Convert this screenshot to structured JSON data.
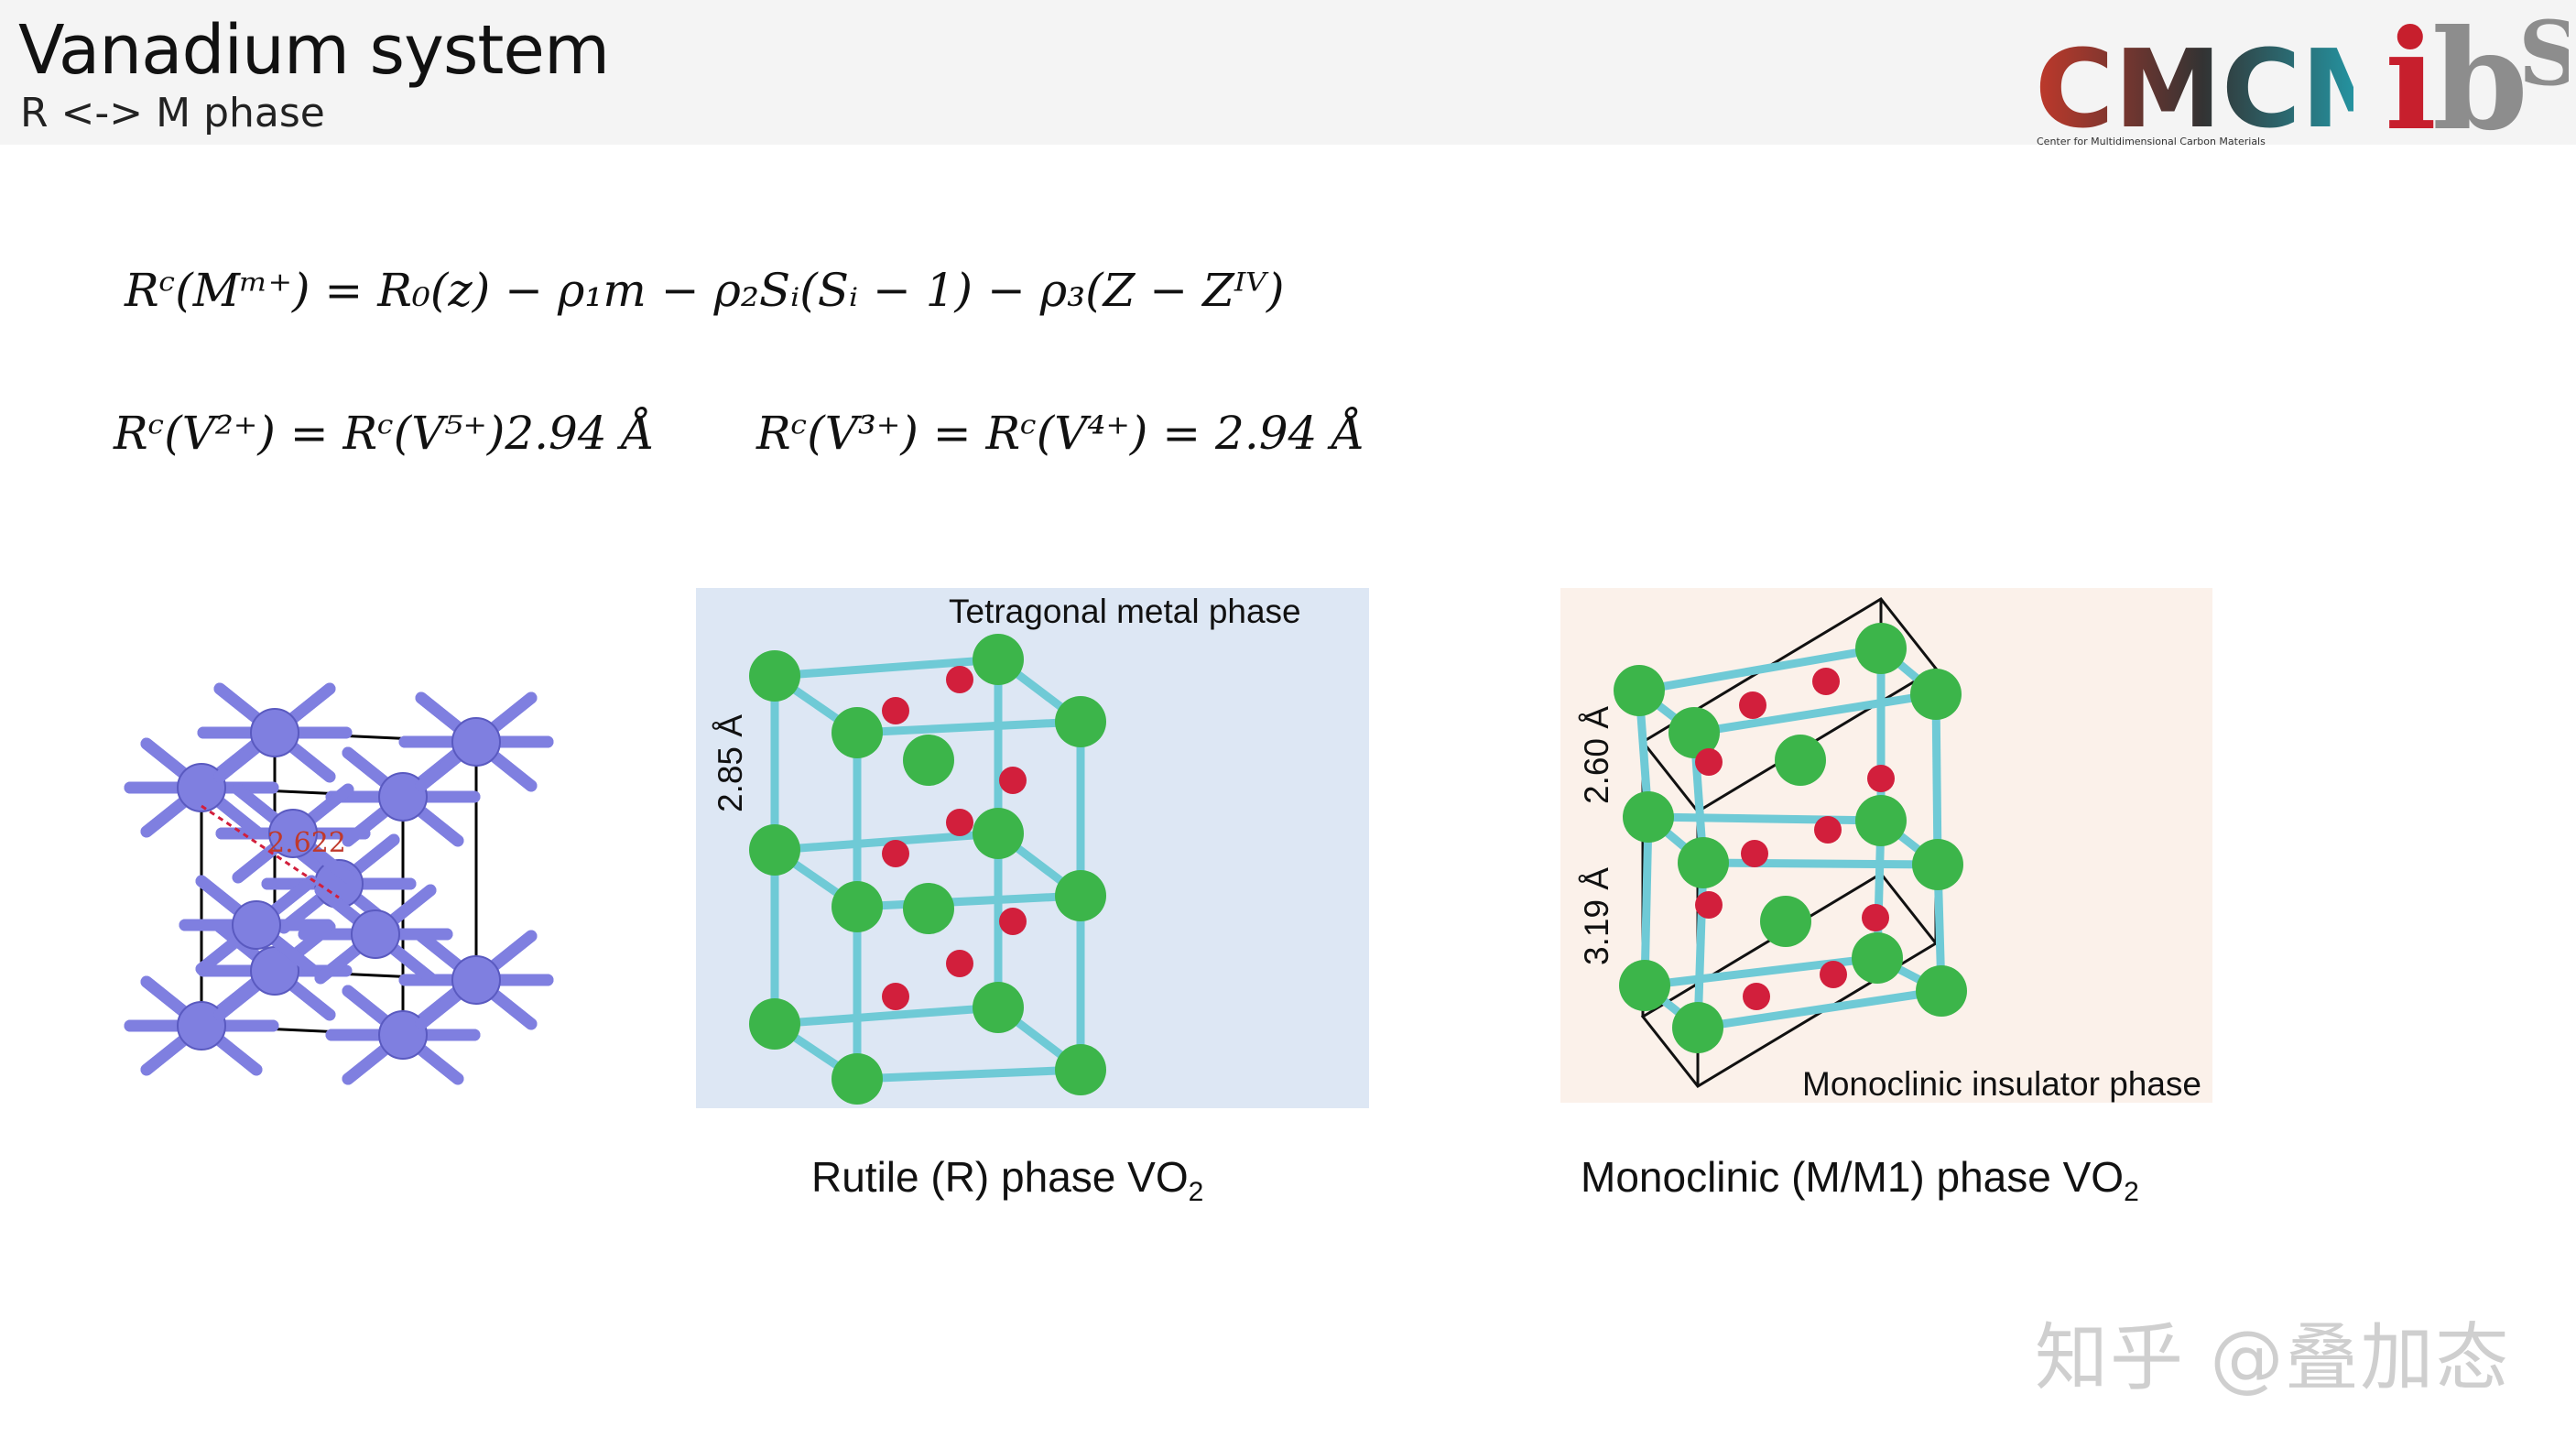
{
  "header": {
    "title": "Vanadium system",
    "subtitle": "R <-> M phase",
    "logo_cmcm_text": "CMCM",
    "logo_cmcm_subtext": "Center for Multidimensional Carbon Materials",
    "logo_ibs_text": "ibS"
  },
  "formulas": {
    "f1": "Rᶜ(Mᵐ⁺) = R₀(z) − ρ₁m − ρ₂Sᵢ(Sᵢ − 1) − ρ₃(Z − Zᴵⱽ)",
    "f2": "Rᶜ(V²⁺) = Rᶜ(V⁵⁺)2.94 Å",
    "f3": "Rᶜ(V³⁺) = Rᶜ(V⁴⁺) = 2.94 Å"
  },
  "figures": {
    "left_bond_label": "2.622",
    "rutile_title": "Tetragonal metal phase",
    "rutile_dim": "2.85 Å",
    "mono_dim_top": "2.60 Å",
    "mono_dim_bottom": "3.19 Å",
    "mono_title": "Monoclinic insulator phase"
  },
  "captions": {
    "rutile_main": "Rutile (R) phase VO",
    "rutile_sub": "2",
    "mono_main": "Monoclinic (M/M1) phase VO",
    "mono_sub": "2"
  },
  "watermark": "知乎 @叠加态",
  "colors": {
    "vanadium_atom": "#7f7fe0",
    "green_atom": "#3cb54a",
    "red_atom": "#d21f3c",
    "bond_cyan": "#6fcad6",
    "rutile_bg": "#dde7f4",
    "mono_bg": "#fbf1ea"
  }
}
